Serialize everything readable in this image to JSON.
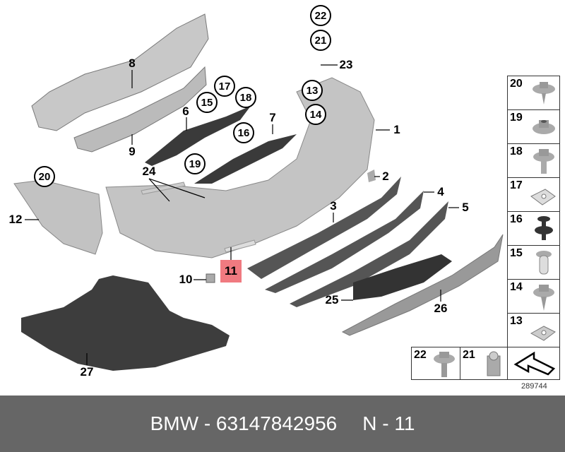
{
  "labels": {
    "p1": "1",
    "p2": "2",
    "p3": "3",
    "p4": "4",
    "p5": "5",
    "p6": "6",
    "p7": "7",
    "p8": "8",
    "p9": "9",
    "p10": "10",
    "p11": "11",
    "p12": "12",
    "p23": "23",
    "p24": "24",
    "p25": "25",
    "p26": "26",
    "p27": "27"
  },
  "circled": {
    "c22": "22",
    "c21": "21",
    "c13": "13",
    "c14": "14",
    "c15": "15",
    "c17": "17",
    "c18": "18",
    "c16": "16",
    "c19": "19",
    "c20": "20"
  },
  "legend": [
    "20",
    "19",
    "18",
    "17",
    "16",
    "15",
    "14",
    "13"
  ],
  "legend_bottom": [
    "22",
    "21"
  ],
  "reference_number": "289744",
  "footer": {
    "brand_part": "BMW - 63147842956",
    "position": "N - 11"
  },
  "colors": {
    "highlight": "#f07a80",
    "footer_bg": "#666666",
    "part_gray": "#b5b5b5",
    "dark_part": "#3a3a3a"
  }
}
